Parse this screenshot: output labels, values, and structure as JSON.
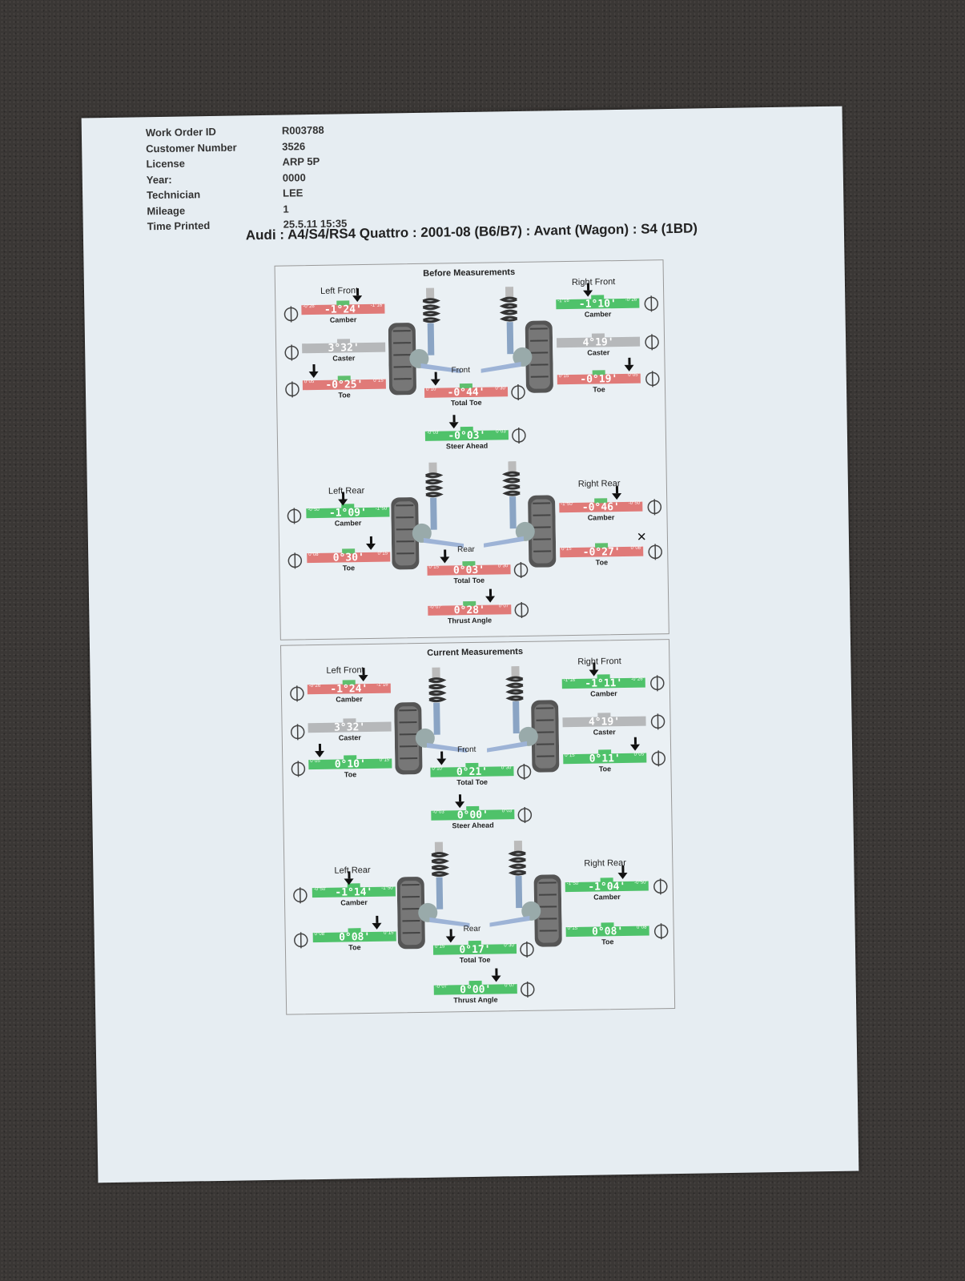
{
  "header": {
    "rows": [
      {
        "label": "Work Order ID",
        "value": "R003788"
      },
      {
        "label": "Customer Number",
        "value": "3526"
      },
      {
        "label": "License",
        "value": "ARP 5P"
      },
      {
        "label": "Year:",
        "value": "0000"
      },
      {
        "label": "Technician",
        "value": "LEE"
      },
      {
        "label": "Mileage",
        "value": "1"
      },
      {
        "label": "Time Printed",
        "value": "25.5.11 15:35"
      }
    ]
  },
  "vehicle_title": "Audi : A4/S4/RS4 Quattro : 2001-08 (B6/B7) : Avant (Wagon) : S4 (1BD)",
  "before": {
    "title": "Before Measurements",
    "left_front": "Left Front",
    "right_front": "Right Front",
    "front": "Front",
    "left_rear": "Left Rear",
    "right_rear": "Right Rear",
    "rear": "Rear",
    "lf_camber": {
      "min": "-0°26'",
      "max": "-1°16'",
      "value": "-1°24'",
      "label": "Camber",
      "state": "red"
    },
    "lf_caster": {
      "value": "3°32'",
      "label": "Caster",
      "state": "gray"
    },
    "lf_toe": {
      "min": "0°05'",
      "max": "0°15'",
      "value": "-0°25'",
      "label": "Toe",
      "state": "red"
    },
    "rf_camber": {
      "min": "-1°16'",
      "max": "-0°26'",
      "value": "-1°10'",
      "label": "Camber",
      "state": "green"
    },
    "rf_caster": {
      "value": "4°19'",
      "label": "Caster",
      "state": "gray"
    },
    "rf_toe": {
      "min": "0°15'",
      "max": "0°05'",
      "value": "-0°19'",
      "label": "Toe",
      "state": "red"
    },
    "f_total_toe": {
      "min": "0°10'",
      "max": "0°30'",
      "value": "-0°44'",
      "label": "Total Toe",
      "state": "red"
    },
    "steer_ahead": {
      "min": "-0°03'",
      "max": "0°03'",
      "value": "-0°03'",
      "label": "Steer Ahead",
      "state": "green"
    },
    "lr_camber": {
      "min": "-0°50'",
      "max": "-1°50'",
      "value": "-1°09'",
      "label": "Camber",
      "state": "green"
    },
    "lr_toe": {
      "min": "0°08'",
      "max": "0°15'",
      "value": "0°30'",
      "label": "Toe",
      "state": "red"
    },
    "rr_camber": {
      "min": "-1°50'",
      "max": "-0°50'",
      "value": "-0°46'",
      "label": "Camber",
      "state": "red"
    },
    "rr_toe": {
      "min": "0°15'",
      "max": "0°08'",
      "value": "-0°27'",
      "label": "Toe",
      "state": "red"
    },
    "r_total_toe": {
      "min": "0°15'",
      "max": "0°30'",
      "value": "0°03'",
      "label": "Total Toe",
      "state": "red"
    },
    "thrust": {
      "min": "-0°07'",
      "max": "0°07'",
      "value": "0°28'",
      "label": "Thrust Angle",
      "state": "red"
    },
    "x_mark": "✕"
  },
  "current": {
    "title": "Current Measurements",
    "left_front": "Left Front",
    "right_front": "Right Front",
    "front": "Front",
    "left_rear": "Left Rear",
    "right_rear": "Right Rear",
    "rear": "Rear",
    "lf_camber": {
      "min": "-0°26'",
      "max": "-1°16'",
      "value": "-1°24'",
      "label": "Camber",
      "state": "red"
    },
    "lf_caster": {
      "value": "3°32'",
      "label": "Caster",
      "state": "gray"
    },
    "lf_toe": {
      "min": "0°05'",
      "max": "0°15'",
      "value": "0°10'",
      "label": "Toe",
      "state": "green"
    },
    "rf_camber": {
      "min": "-1°16'",
      "max": "-0°26'",
      "value": "-1°11'",
      "label": "Camber",
      "state": "green"
    },
    "rf_caster": {
      "value": "4°19'",
      "label": "Caster",
      "state": "gray"
    },
    "rf_toe": {
      "min": "0°15'",
      "max": "0°05'",
      "value": "0°11'",
      "label": "Toe",
      "state": "green"
    },
    "f_total_toe": {
      "min": "0°10'",
      "max": "0°30'",
      "value": "0°21'",
      "label": "Total Toe",
      "state": "green"
    },
    "steer_ahead": {
      "min": "-0°03'",
      "max": "0°03'",
      "value": "0°00'",
      "label": "Steer Ahead",
      "state": "green"
    },
    "lr_camber": {
      "min": "-0°50'",
      "max": "-1°50'",
      "value": "-1°14'",
      "label": "Camber",
      "state": "green"
    },
    "lr_toe": {
      "min": "0°08'",
      "max": "0°15'",
      "value": "0°08'",
      "label": "Toe",
      "state": "green"
    },
    "rr_camber": {
      "min": "-1°50'",
      "max": "-0°50'",
      "value": "-1°04'",
      "label": "Camber",
      "state": "green"
    },
    "rr_toe": {
      "min": "0°15'",
      "max": "0°08'",
      "value": "0°08'",
      "label": "Toe",
      "state": "green"
    },
    "r_total_toe": {
      "min": "0°15'",
      "max": "0°30'",
      "value": "0°17'",
      "label": "Total Toe",
      "state": "green"
    },
    "thrust": {
      "min": "-0°07'",
      "max": "0°07'",
      "value": "0°00'",
      "label": "Thrust Angle",
      "state": "green"
    }
  }
}
